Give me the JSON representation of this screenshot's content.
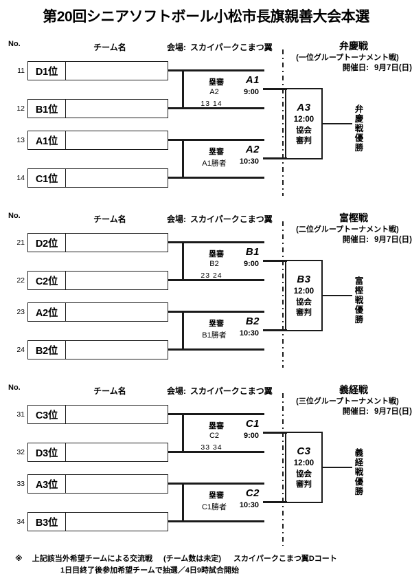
{
  "title": "第20回シニアソフトボール小松市長旗親善大会本選",
  "columns": {
    "no": "No.",
    "team": "チーム名",
    "venue_label": "会場:",
    "venue_value": "スカイパークこまつ翼",
    "date_label": "開催日:"
  },
  "sections": [
    {
      "block_title": "弁慶戦",
      "block_sub": "(一位グループトーナメント戦)",
      "date_value": "9月7日(日)",
      "rows": [
        {
          "no": "11",
          "seed": "D1位",
          "team": ""
        },
        {
          "no": "12",
          "seed": "B1位",
          "team": ""
        },
        {
          "no": "13",
          "seed": "A1位",
          "team": ""
        },
        {
          "no": "14",
          "seed": "C1位",
          "team": ""
        }
      ],
      "matches": [
        {
          "code": "A1",
          "time": "9:00",
          "umpire_label": "塁審",
          "umpire_team": "A2",
          "nums": "13 14"
        },
        {
          "code": "A2",
          "time": "10:30",
          "umpire_label": "塁審",
          "umpire_team": "A1勝者",
          "nums": ""
        }
      ],
      "final": {
        "code": "A3",
        "time": "12:00",
        "org_line1": "協会",
        "org_line2": "審判"
      },
      "winner": "弁慶戦優勝"
    },
    {
      "block_title": "富樫戦",
      "block_sub": "(二位グループトーナメント戦)",
      "date_value": "9月7日(日)",
      "rows": [
        {
          "no": "21",
          "seed": "D2位",
          "team": ""
        },
        {
          "no": "22",
          "seed": "C2位",
          "team": ""
        },
        {
          "no": "23",
          "seed": "A2位",
          "team": ""
        },
        {
          "no": "24",
          "seed": "B2位",
          "team": ""
        }
      ],
      "matches": [
        {
          "code": "B1",
          "time": "9:00",
          "umpire_label": "塁審",
          "umpire_team": "B2",
          "nums": "23 24"
        },
        {
          "code": "B2",
          "time": "10:30",
          "umpire_label": "塁審",
          "umpire_team": "B1勝者",
          "nums": ""
        }
      ],
      "final": {
        "code": "B3",
        "time": "12:00",
        "org_line1": "協会",
        "org_line2": "審判"
      },
      "winner": "富樫戦優勝"
    },
    {
      "block_title": "義経戦",
      "block_sub": "(三位グループトーナメント戦)",
      "date_value": "9月7日(日)",
      "rows": [
        {
          "no": "31",
          "seed": "C3位",
          "team": ""
        },
        {
          "no": "32",
          "seed": "D3位",
          "team": ""
        },
        {
          "no": "33",
          "seed": "A3位",
          "team": ""
        },
        {
          "no": "34",
          "seed": "B3位",
          "team": ""
        }
      ],
      "matches": [
        {
          "code": "C1",
          "time": "9:00",
          "umpire_label": "塁審",
          "umpire_team": "C2",
          "nums": "33 34"
        },
        {
          "code": "C2",
          "time": "10:30",
          "umpire_label": "塁審",
          "umpire_team": "C1勝者",
          "nums": ""
        }
      ],
      "final": {
        "code": "C3",
        "time": "12:00",
        "org_line1": "協会",
        "org_line2": "審判"
      },
      "winner": "義経戦優勝"
    }
  ],
  "footnote": {
    "mark": "※",
    "part1": "上記該当外希望チームによる交流戦",
    "part2": "(チーム数は未定)",
    "part3": "スカイパークこまつ翼Dコート",
    "line2": "1日目終了後参加希望チームで抽選／4日9時試合開始"
  }
}
